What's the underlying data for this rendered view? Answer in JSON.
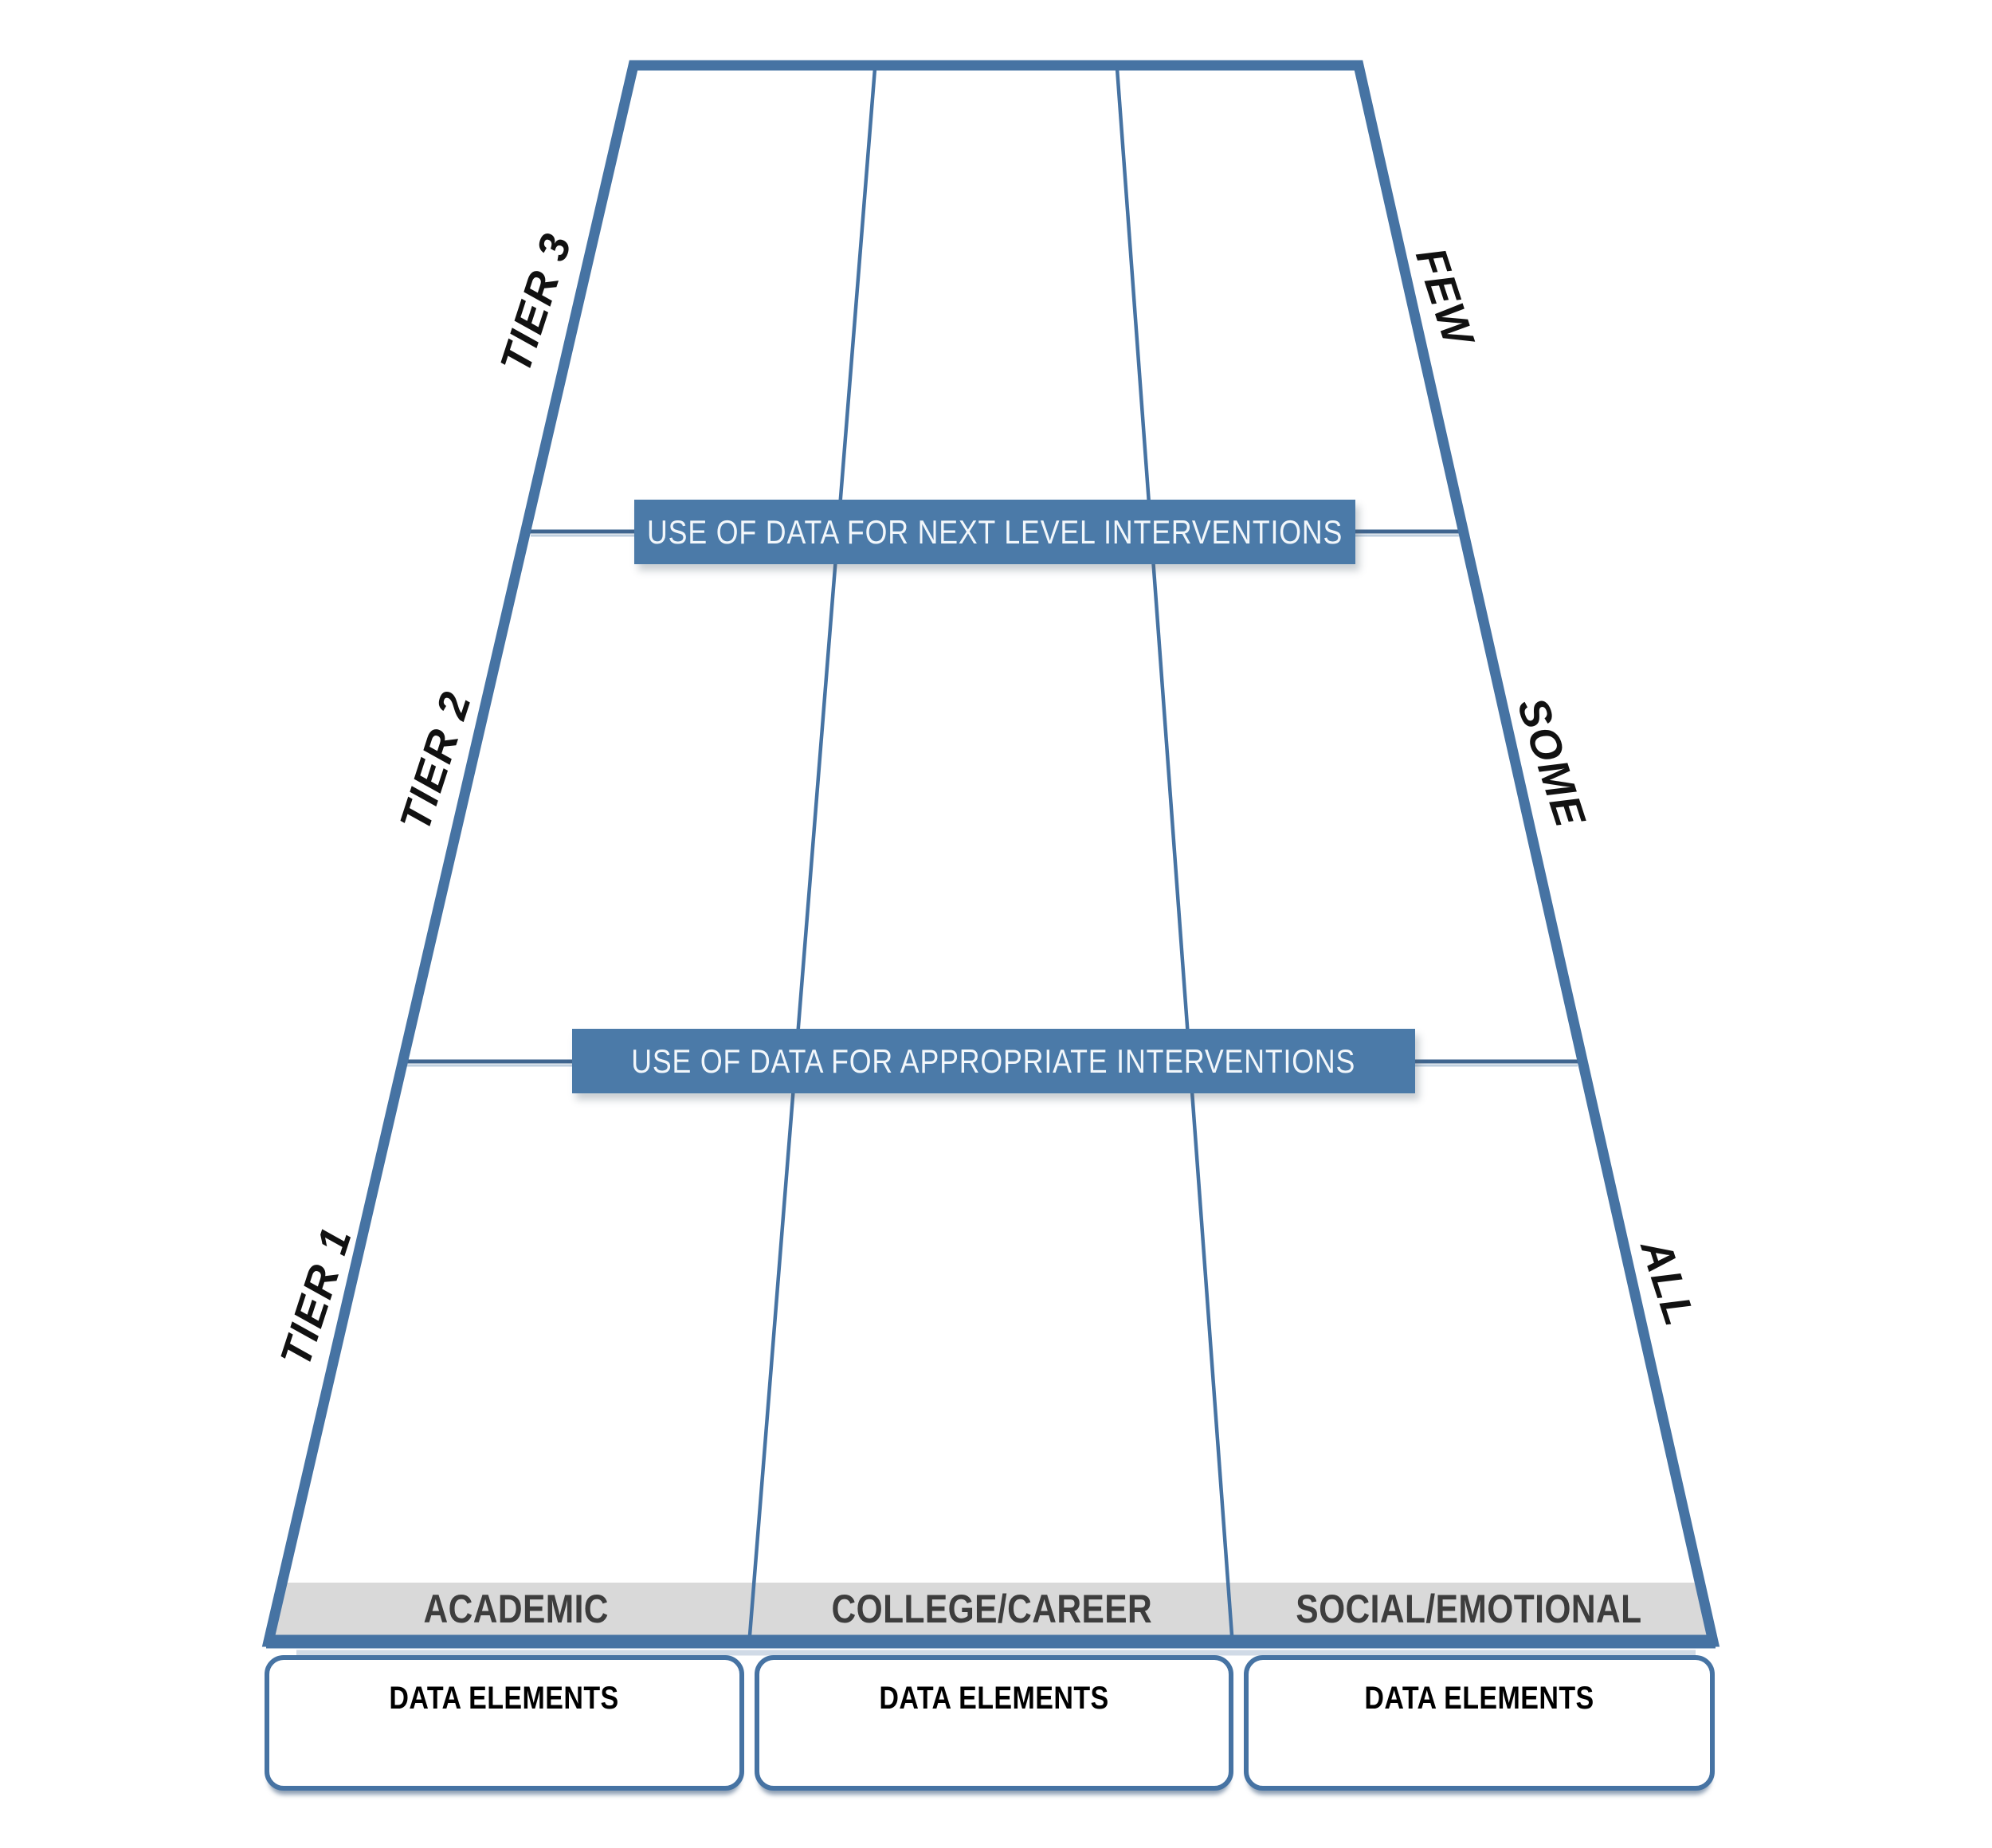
{
  "pyramid": {
    "tier_labels": [
      "TIER 3",
      "TIER 2",
      "TIER 1"
    ],
    "population_labels": [
      "FEW",
      "SOME",
      "ALL"
    ],
    "band_labels": [
      "USE OF DATA FOR NEXT LEVEL INTERVENTIONS",
      "USE OF DATA FOR APPROPRIATE INTERVENTIONS"
    ],
    "domain_labels": [
      "ACADEMIC",
      "COLLEGE/CAREER",
      "SOCIAL/EMOTIONAL"
    ],
    "data_element_boxes": [
      "DATA ELEMENTS",
      "DATA ELEMENTS",
      "DATA ELEMENTS"
    ]
  },
  "colors": {
    "outline-blue": "#4673A3",
    "rowline-blue": "#3F658F",
    "band-blue": "#4B7AA8",
    "band-text": "#F2F7FB",
    "strip-gray": "#D9D9D9",
    "strip-text": "#3D3D3D",
    "label-black": "#111111"
  }
}
